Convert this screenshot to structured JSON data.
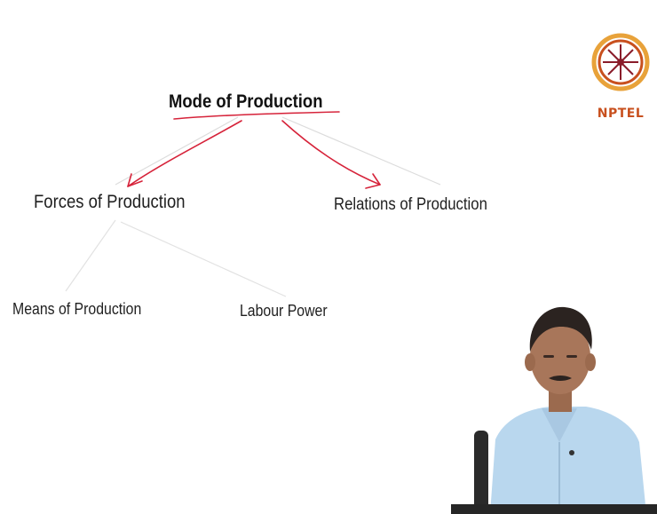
{
  "diagram": {
    "root": "Mode of Production",
    "children": [
      {
        "label": "Forces of Production",
        "children": [
          "Means of Production",
          "Labour Power"
        ]
      },
      {
        "label": "Relations of Production",
        "children": []
      }
    ]
  },
  "logo": {
    "text": "NPTEL",
    "name": "nptel-wheel-logo",
    "colors": {
      "primary": "#c8501e",
      "accent": "#e8a23a",
      "spokes": "#8a1c2a"
    }
  },
  "annotation_color": "#d6233a",
  "edge_color": "#dcdcdc",
  "speaker_shirt_color": "#b9d7ee"
}
